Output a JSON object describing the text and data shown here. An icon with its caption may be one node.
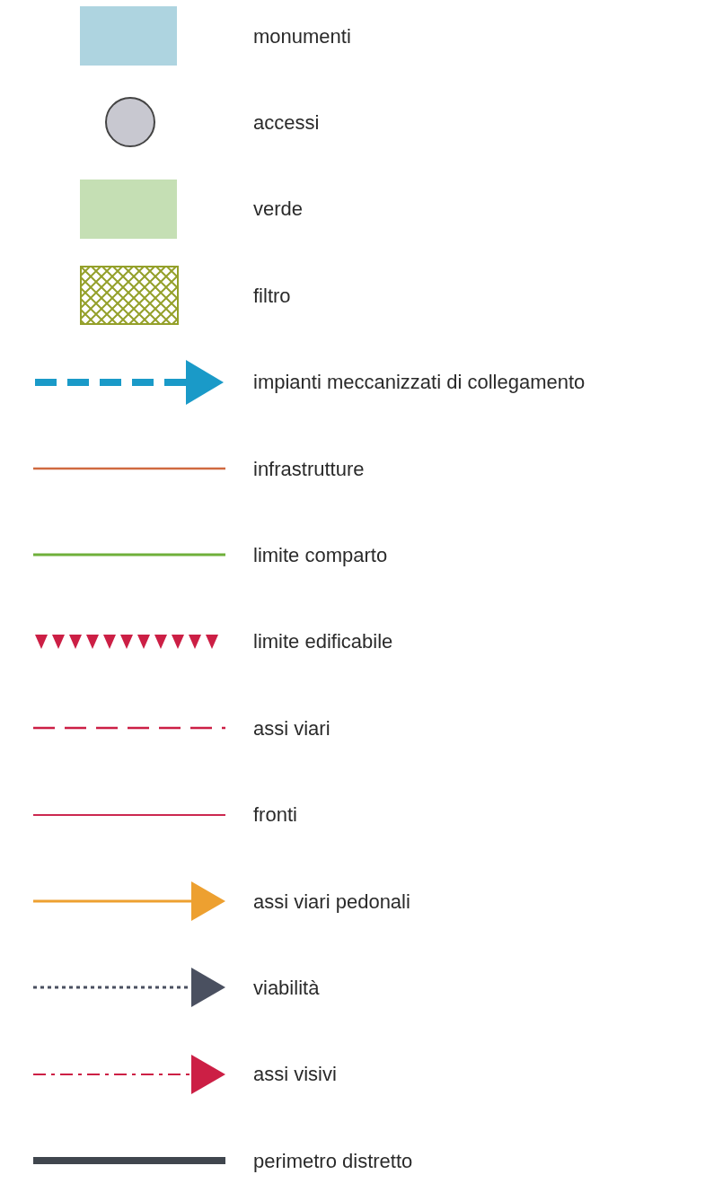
{
  "diagram": {
    "legend": [
      {
        "text": "monumenti",
        "color": "#aed4e0"
      },
      {
        "text": "accessi"
      },
      {
        "text": "verde",
        "color": "#c5dfb4"
      },
      {
        "text": "filtro"
      },
      {
        "text": "impianti meccanizzati di collegamento"
      },
      {
        "text": "infrastrutture"
      },
      {
        "text": "limite comparto"
      },
      {
        "text": "limite edificabile"
      },
      {
        "text": "assi viari"
      },
      {
        "text": "fronti"
      },
      {
        "text": "assi viari pedonali"
      },
      {
        "text": "viabilità"
      },
      {
        "text": "assi visivi"
      },
      {
        "text": "perimetro distretto"
      }
    ]
  }
}
